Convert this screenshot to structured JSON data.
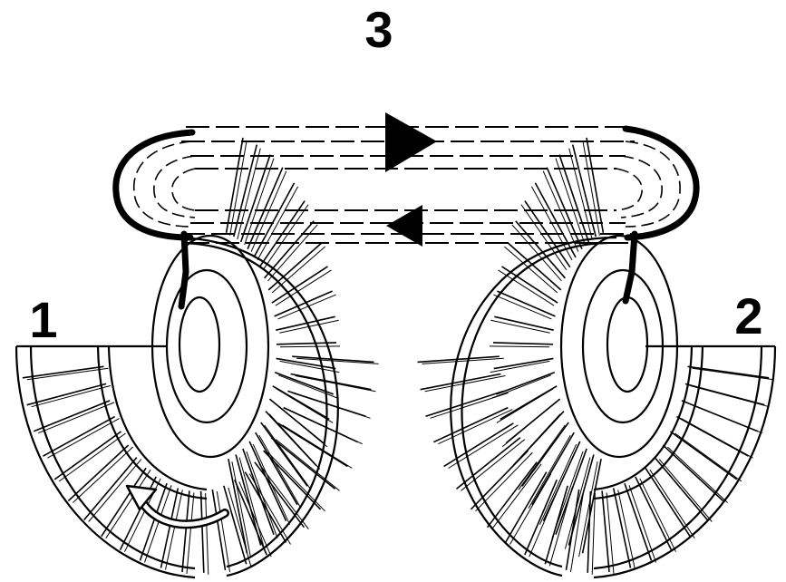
{
  "labels": {
    "impeller": "1",
    "turbine": "2",
    "flow": "3"
  },
  "icons": {
    "rotation": "curved-arrow-icon",
    "flow_forward": "triangle-right-icon",
    "flow_return": "triangle-left-icon"
  },
  "colors": {
    "ink": "#000000",
    "background": "#ffffff"
  }
}
